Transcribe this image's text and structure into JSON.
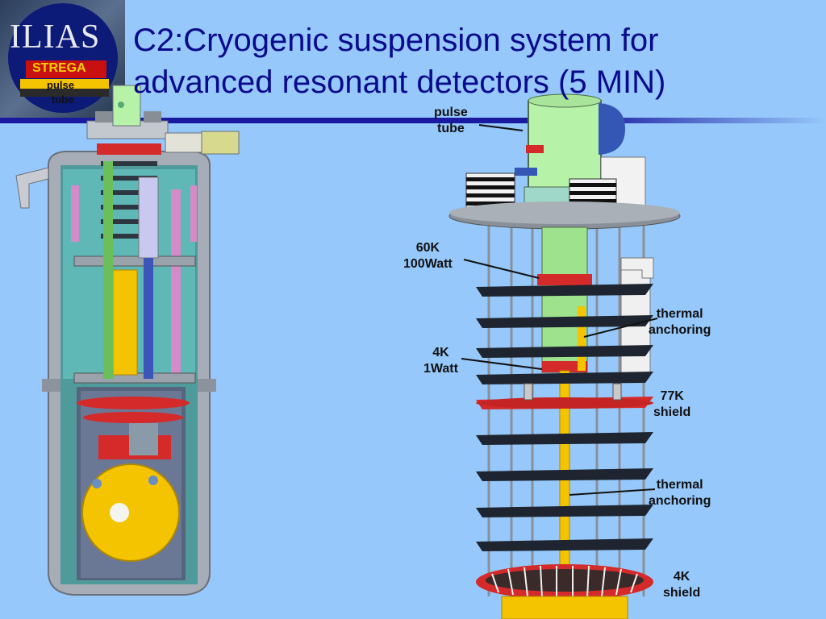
{
  "slide": {
    "title_line1": "C2:Cryogenic suspension system for",
    "title_line2": "advanced resonant detectors (5 MIN)"
  },
  "logo": {
    "name": "ILIAS",
    "sub": "STREGA",
    "pulse": "pulse",
    "tube": "tube"
  },
  "labels": {
    "pulse_tube": [
      "pulse",
      "tube"
    ],
    "stage_60k": [
      "60K",
      "100Watt"
    ],
    "thermal_anchoring_1": [
      "thermal",
      "anchoring"
    ],
    "stage_4k": [
      "4K",
      "1Watt"
    ],
    "shield_77k": [
      "77K",
      "shield"
    ],
    "thermal_anchoring_2": [
      "thermal",
      "anchoring"
    ],
    "shield_4k": [
      "4K",
      "shield"
    ]
  },
  "colors": {
    "background": "#96c8fb",
    "title": "#0a0a8c",
    "title_bar": "#1a1aa0",
    "pulse_tube_green": "#b6f2a8",
    "sphere_yellow": "#f5c400",
    "shield_red": "#d42a2a",
    "plate_dark": "#1e2530",
    "steel": "#b7bcc4"
  }
}
